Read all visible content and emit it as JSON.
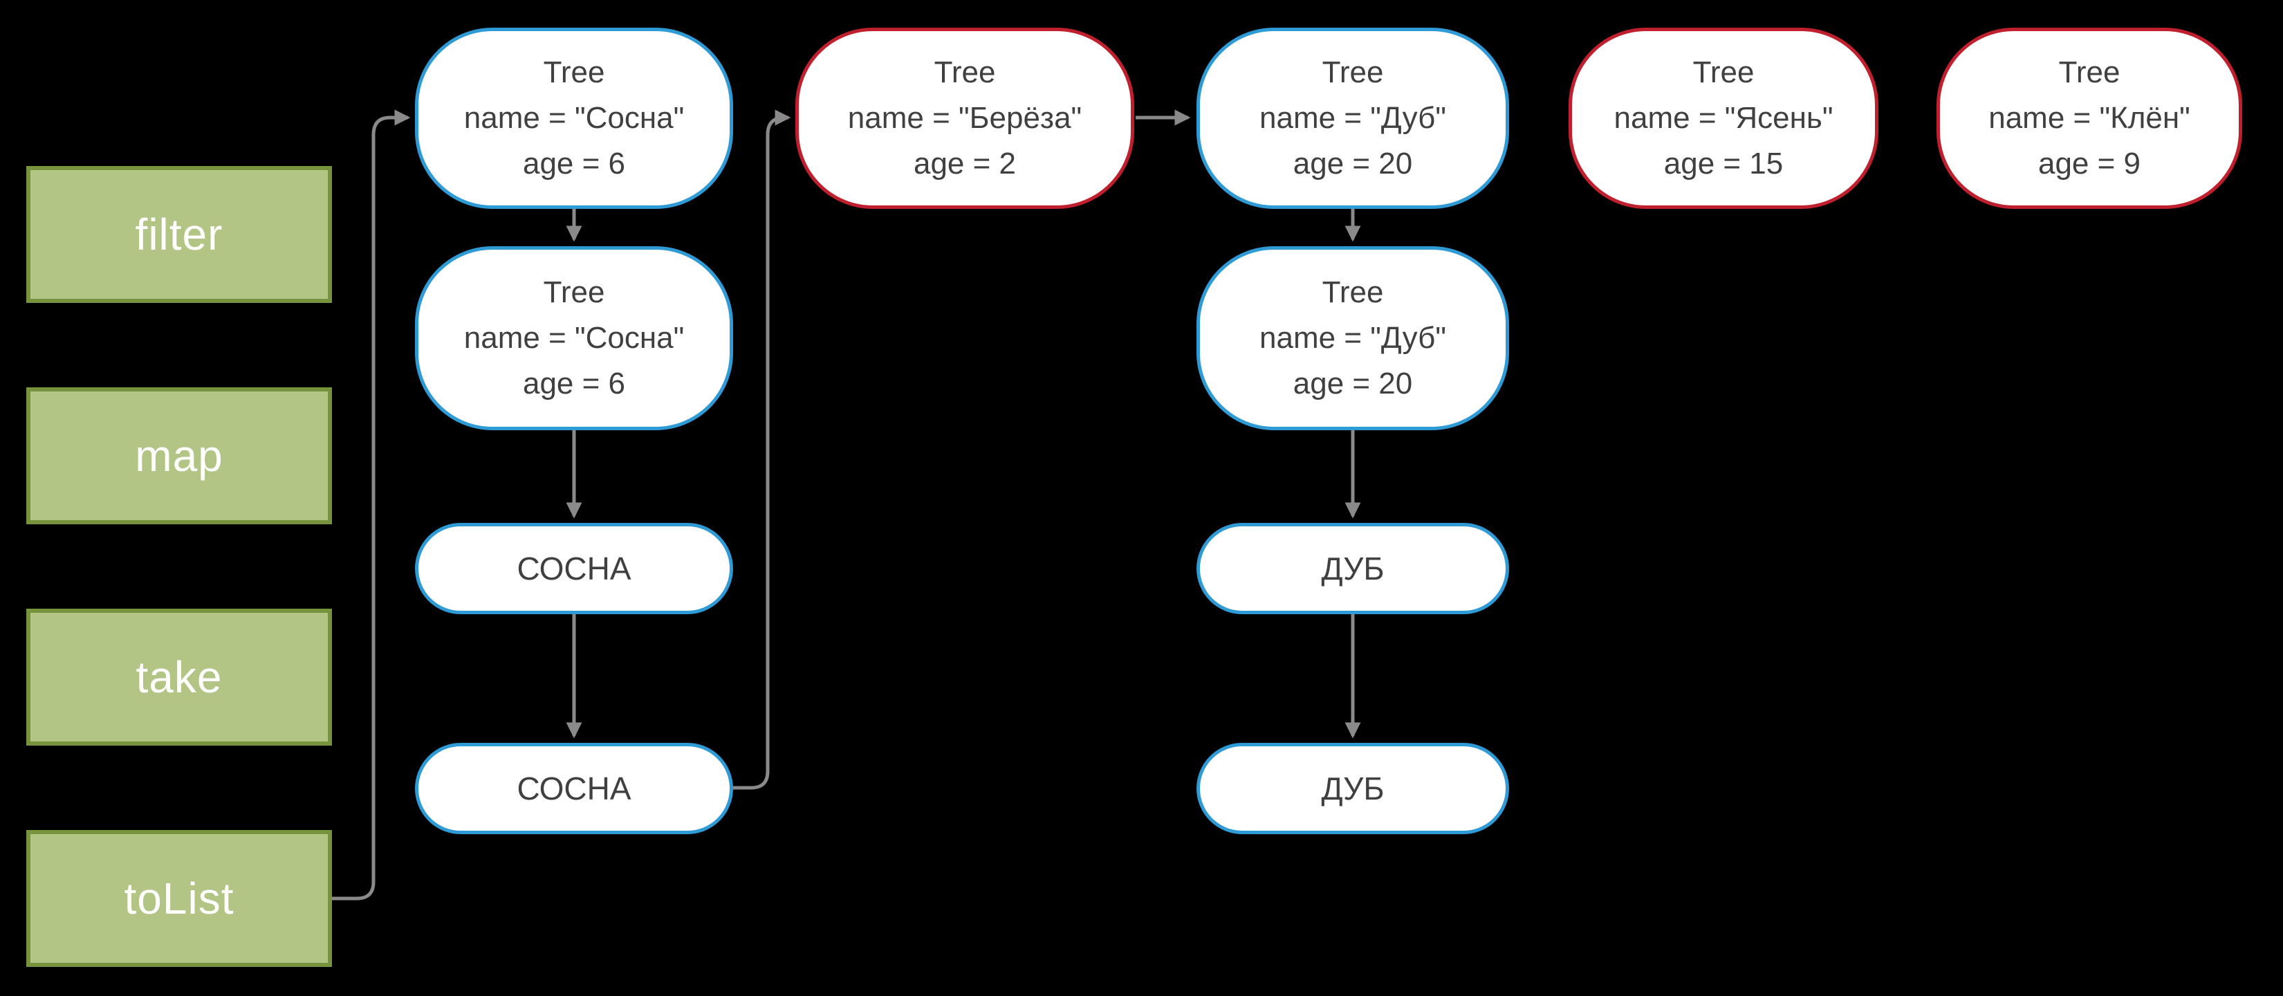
{
  "ops": [
    {
      "label": "filter"
    },
    {
      "label": "map"
    },
    {
      "label": "take"
    },
    {
      "label": "toList"
    }
  ],
  "nodes": [
    {
      "lines": [
        "Tree",
        "name = \"Сосна\"",
        "age = 6"
      ],
      "status": "kept"
    },
    {
      "lines": [
        "Tree",
        "name = \"Сосна\"",
        "age = 6"
      ],
      "status": "kept"
    },
    {
      "lines": [
        "СОСНА"
      ],
      "status": "kept"
    },
    {
      "lines": [
        "СОСНА"
      ],
      "status": "kept"
    },
    {
      "lines": [
        "Tree",
        "name = \"Берёза\"",
        "age = 2"
      ],
      "status": "dropped"
    },
    {
      "lines": [
        "Tree",
        "name = \"Дуб\"",
        "age = 20"
      ],
      "status": "kept"
    },
    {
      "lines": [
        "Tree",
        "name = \"Дуб\"",
        "age = 20"
      ],
      "status": "kept"
    },
    {
      "lines": [
        "ДУБ"
      ],
      "status": "kept"
    },
    {
      "lines": [
        "ДУБ"
      ],
      "status": "kept"
    },
    {
      "lines": [
        "Tree",
        "name = \"Ясень\"",
        "age = 15"
      ],
      "status": "dropped"
    },
    {
      "lines": [
        "Tree",
        "name = \"Клён\"",
        "age = 9"
      ],
      "status": "dropped"
    }
  ],
  "colors": {
    "background": "#000000",
    "op_fill": "#b2c584",
    "op_border": "#78933e",
    "op_text": "#ffffff",
    "node_fill": "#ffffff",
    "node_text": "#404040",
    "kept_border": "#2e9ad6",
    "dropped_border": "#c0202e",
    "arrow": "#8a8a8a"
  }
}
